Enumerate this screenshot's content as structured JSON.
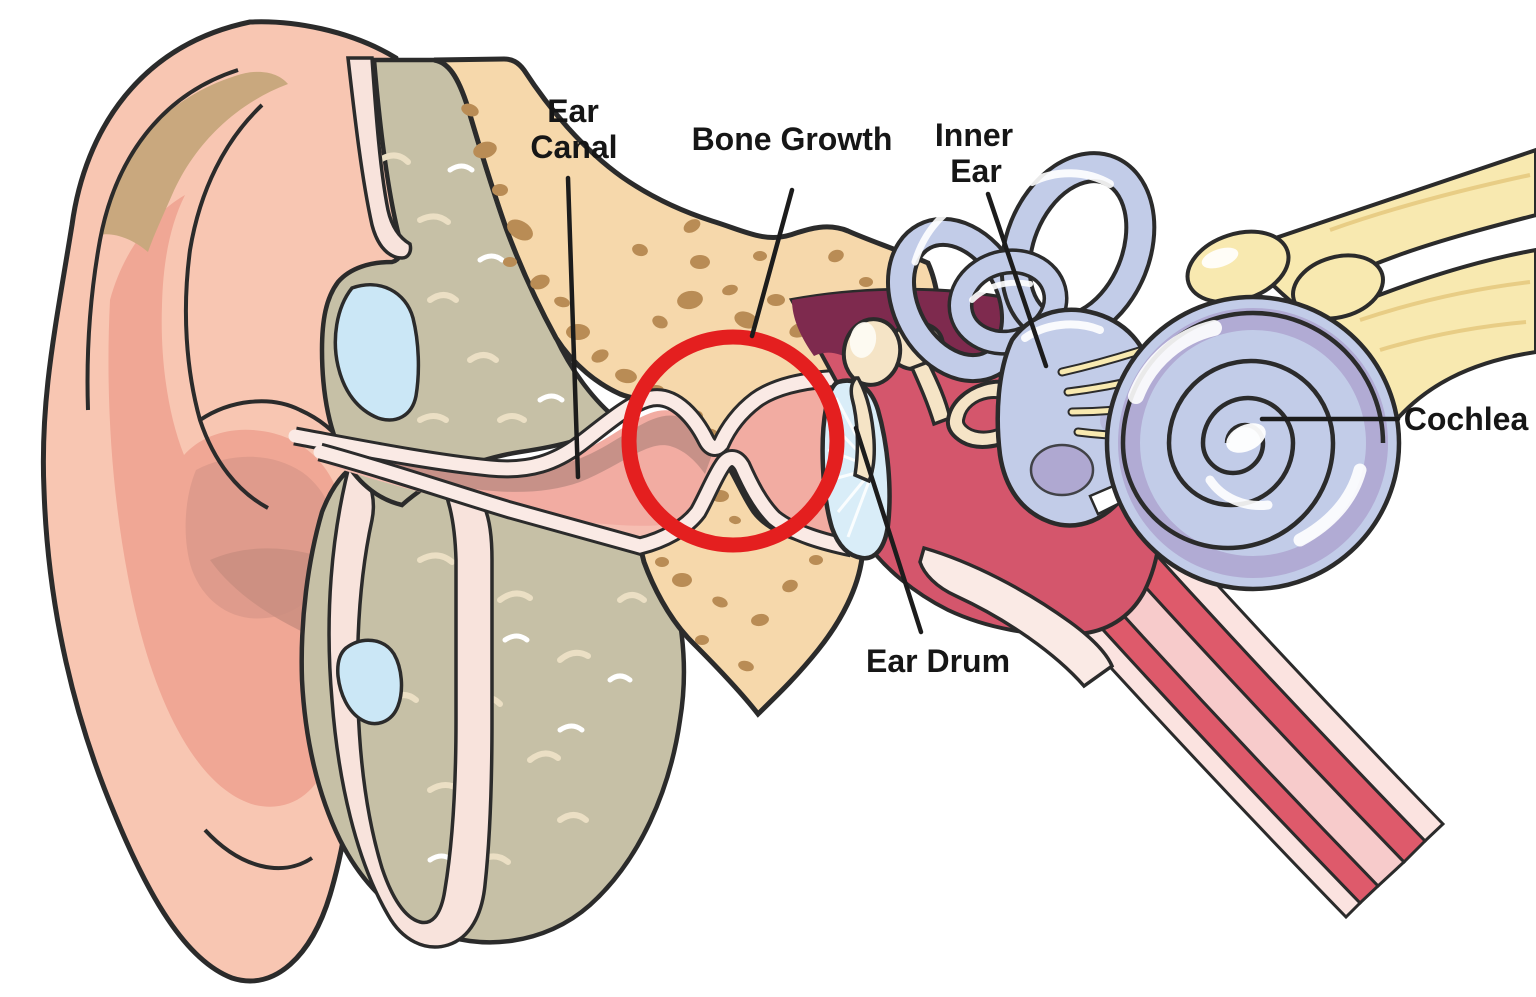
{
  "labels": {
    "ear_canal": {
      "line1": "Ear",
      "line2": "Canal"
    },
    "bone_growth": {
      "text": "Bone Growth"
    },
    "inner_ear": {
      "line1": "Inner",
      "line2": "Ear"
    },
    "ear_drum": {
      "text": "Ear Drum"
    },
    "cochlea": {
      "text": "Cochlea"
    }
  },
  "highlight": {
    "stroke": "#e41f1f"
  },
  "colors": {
    "background": "#ffffff",
    "label": "#161616",
    "outline": "#2b2b2b",
    "skin": "#f8c6b2",
    "skin_shadow": "#f0a795",
    "skin_deep": "#ca8e80",
    "skin_fold_pale": "#f8e3dc",
    "helix_tan": "#c9a87e",
    "bone_tan": "#f6d8ab",
    "bone_speckle": "#b98c55",
    "cartilage_gray": "#c6c0a6",
    "air_pocket_blue": "#cbe7f6",
    "canal_pink": "#f2aca2",
    "canal_shadow": "#c48f87",
    "canal_light": "#f6beb2",
    "lining_pale": "#faeae5",
    "eardrum_blue": "#d9edf8",
    "middle_ear_maroon": "#7e2a4e",
    "middle_ear_red": "#d4566c",
    "ossicle_cream": "#f5e4c6",
    "inner_ear_lavender": "#c2cce8",
    "inner_ear_purple": "#aca2ce",
    "nerve_yellow": "#f8e9b0",
    "nerve_shade": "#e8cd85",
    "tube_red": "#de5a6b",
    "tube_pink": "#f7cbcb",
    "tube_pale": "#fbe3e0"
  }
}
